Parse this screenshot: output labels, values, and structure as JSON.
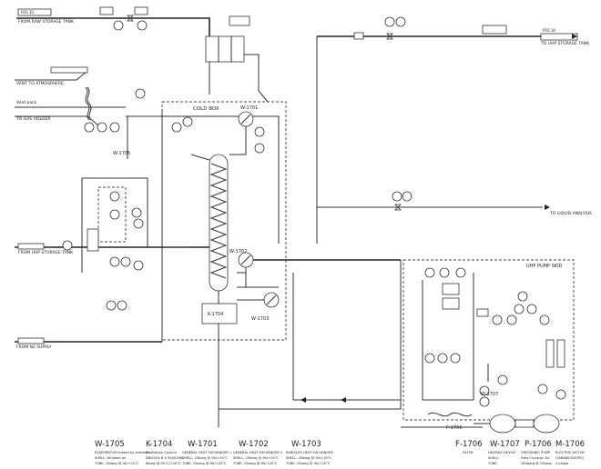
{
  "labels": {
    "raw_tank_tag": "FRS 10",
    "from_raw_storage": "FROM RAW STORAGE TANK",
    "uhp_tank_tag": "FRS 14",
    "to_uhp_storage": "TO UHP STORAGE TANK",
    "to_liquid_analysis": "TO LIQUID ANALYSIS",
    "vent_atmosphere": "VENT TO ATMOSPHERE",
    "vent_pack": "Vent pack",
    "to_gas_holder": "TO GAS HOLDER",
    "from_uhp_storage": "FROM UHP STORAGE TANK",
    "from_n2_supply": "FROM N2 SUPPLY",
    "cold_box": "COLD BOX",
    "skid": "UHP PUMP SKID"
  },
  "equipment": [
    {
      "tag": "W-1701",
      "desc": "GENERAL HEAT EXCHANGER 1",
      "shell": "SHELL: 25barg @-90/+20°C",
      "tube": "TUBE: 25barg @-90/+20°C"
    },
    {
      "tag": "W-1705",
      "desc": "EVAPORATOR heated by Ambient",
      "shell": "SHELL: Ambient air",
      "tube": "TUBE: 25barg @-90/+20°C"
    },
    {
      "tag": "K-1704",
      "desc": "Distillation Column",
      "shell": "Ø600/H2 8 X 9000/260",
      "tube": "6barg @-90°C/+20°C"
    },
    {
      "tag": "W-1702",
      "desc": "GENERAL HEAT EXCHANGER 2",
      "shell": "SHELL: 25barg @-90/+20°C",
      "tube": "TUBE: 25barg @-90/+20°C"
    },
    {
      "tag": "W-1703",
      "desc": "REBOILER HEAT EXCHANGER",
      "shell": "SHELL: 25barg @-90/+20°C",
      "tube": "TUBE: 25barg @-90/+20°C"
    },
    {
      "tag": "F-1706",
      "desc": "FILTER",
      "shell": "",
      "tube": ""
    },
    {
      "tag": "W-1707",
      "desc": "HEATING DEVICE",
      "shell": "SHELL:",
      "tube": "TUBE:"
    },
    {
      "tag": "P-1706",
      "desc": "CRYOGENIC PUMP",
      "shell": "Fees Cryotcoc AG",
      "tube": "280barg @ 25barg"
    },
    {
      "tag": "M-1706",
      "desc": "ELECTRIC MOTOR",
      "shell": "(TANK80/500/PG)",
      "tube": "3 phase"
    }
  ]
}
